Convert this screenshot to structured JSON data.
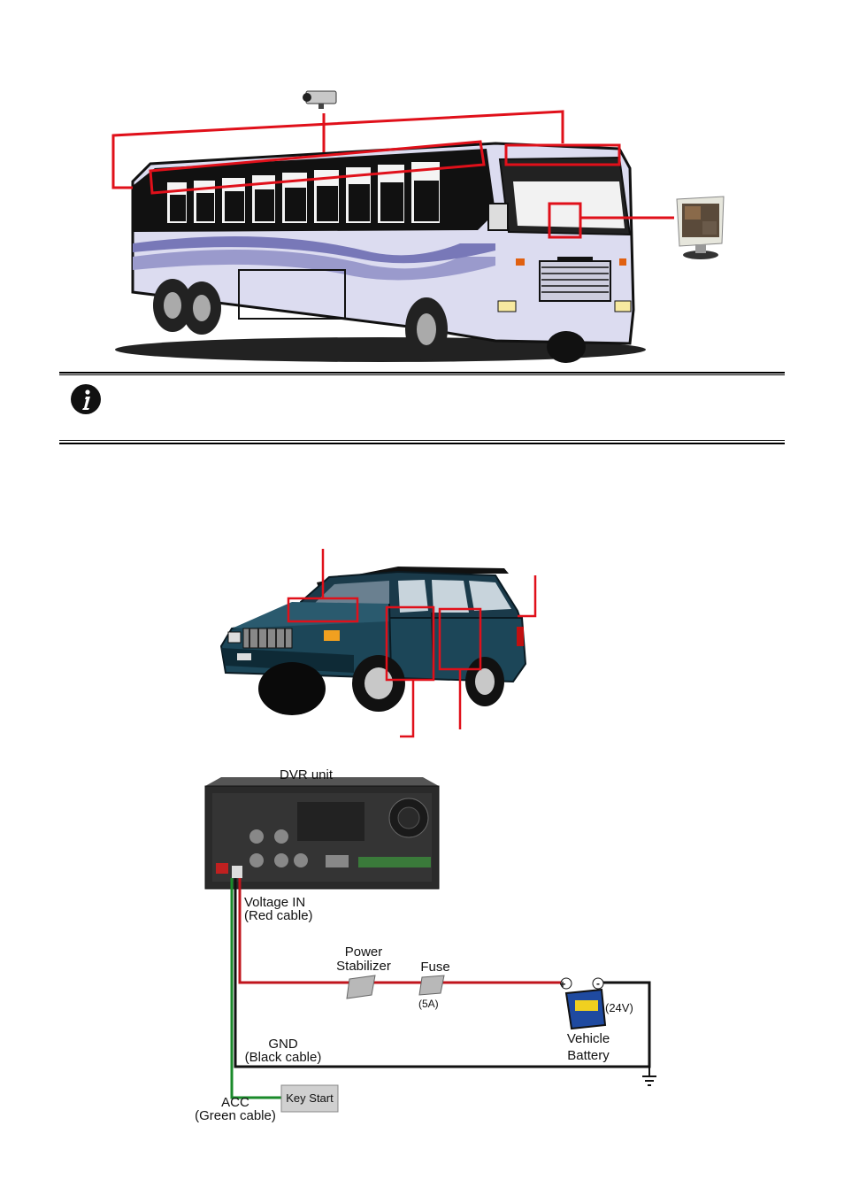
{
  "note": {
    "icon": "info-icon"
  },
  "wiring": {
    "dvr_unit": "DVR unit",
    "voltage_in_1": "Voltage IN",
    "voltage_in_2": "(Red cable)",
    "power_stabilizer_1": "Power",
    "power_stabilizer_2": "Stabilizer",
    "fuse": "Fuse",
    "fuse_rating": "(5A)",
    "battery_voltage": "(24V)",
    "vehicle_battery_1": "Vehicle",
    "vehicle_battery_2": "Battery",
    "gnd_1": "GND",
    "gnd_2": "(Black cable)",
    "acc_1": "ACC",
    "acc_2": "(Green cable)",
    "key_start": "Key Start",
    "plus": "+",
    "minus": "-"
  },
  "colors": {
    "callout_red": "#e0101a",
    "red_cable": "#c0141c",
    "green_cable": "#1a8a2a",
    "black_cable": "#111111"
  }
}
